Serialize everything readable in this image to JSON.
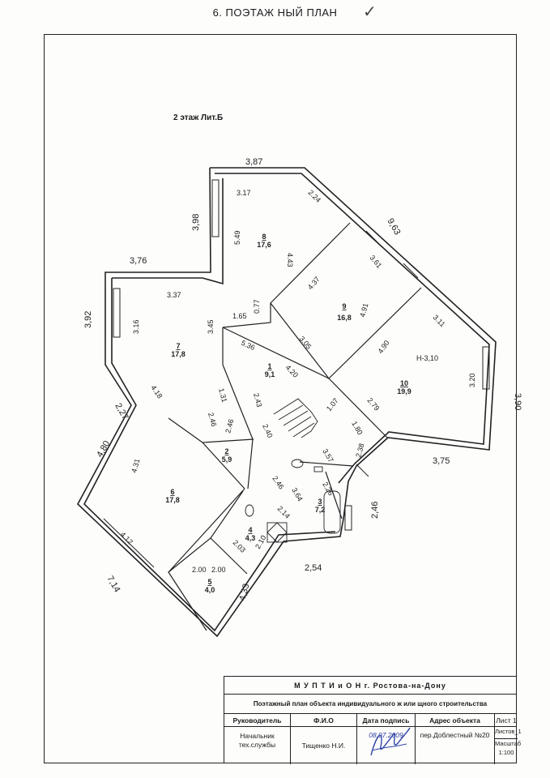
{
  "header": {
    "title": "6. ПОЭТАЖ НЫЙ  ПЛАН"
  },
  "floor_label": "2 этаж Лит.Б",
  "outer_dims": [
    "3,87",
    "3,98",
    "9,63",
    "3,76",
    "3,92",
    "3,90",
    "2,27",
    "4,80",
    "3,75",
    "2,46",
    "7,14",
    "2,54",
    "4,33"
  ],
  "inner_dims": [
    "3.17",
    "2.24",
    "5.49",
    "4.43",
    "3.61",
    "4.37",
    "3.37",
    "1.65",
    "0.77",
    "3.11",
    "4.91",
    "3.16",
    "3.45",
    "5.36",
    "3.05",
    "4.90",
    "4.20",
    "1.07",
    "1.31",
    "2.43",
    "2.79",
    "3.20",
    "4.18",
    "2.46",
    "2.46",
    "2.40",
    "1.80",
    "2.38",
    "3.57",
    "4.31",
    "2.46",
    "3.64",
    "2.26",
    "2.14",
    "4.12",
    "2.03",
    "2.10",
    "2.00",
    "2.00"
  ],
  "height_note": "Н-3,10",
  "rooms": [
    {
      "num": "1",
      "area": "9,1"
    },
    {
      "num": "2",
      "area": "5,9"
    },
    {
      "num": "3",
      "area": "7,2"
    },
    {
      "num": "4",
      "area": "4,3"
    },
    {
      "num": "5",
      "area": "4,0"
    },
    {
      "num": "6",
      "area": "17,8"
    },
    {
      "num": "7",
      "area": "17,8"
    },
    {
      "num": "8",
      "area": "17,6"
    },
    {
      "num": "9",
      "area": "16,8"
    },
    {
      "num": "10",
      "area": "19,9"
    }
  ],
  "stamp": {
    "org": "М У П Т И и О Н  г. Ростова-на-Дону",
    "desc": "Поэтажный  план объекта  индивидуального ж или щного строительства",
    "h_role": "Руководитель",
    "h_fio": "Ф.И.О",
    "h_date": "Дата подпись",
    "h_addr": "Адрес объекта",
    "h_sheet": "Лист 1",
    "role": "Начальник тех.службы",
    "fio": "Тищенко Н.И.",
    "date": "08.07.2009",
    "addr": "пер.Доблестный №20",
    "sheets": "Листов_1",
    "scale_label": "Масштаб",
    "scale": "1:100"
  }
}
